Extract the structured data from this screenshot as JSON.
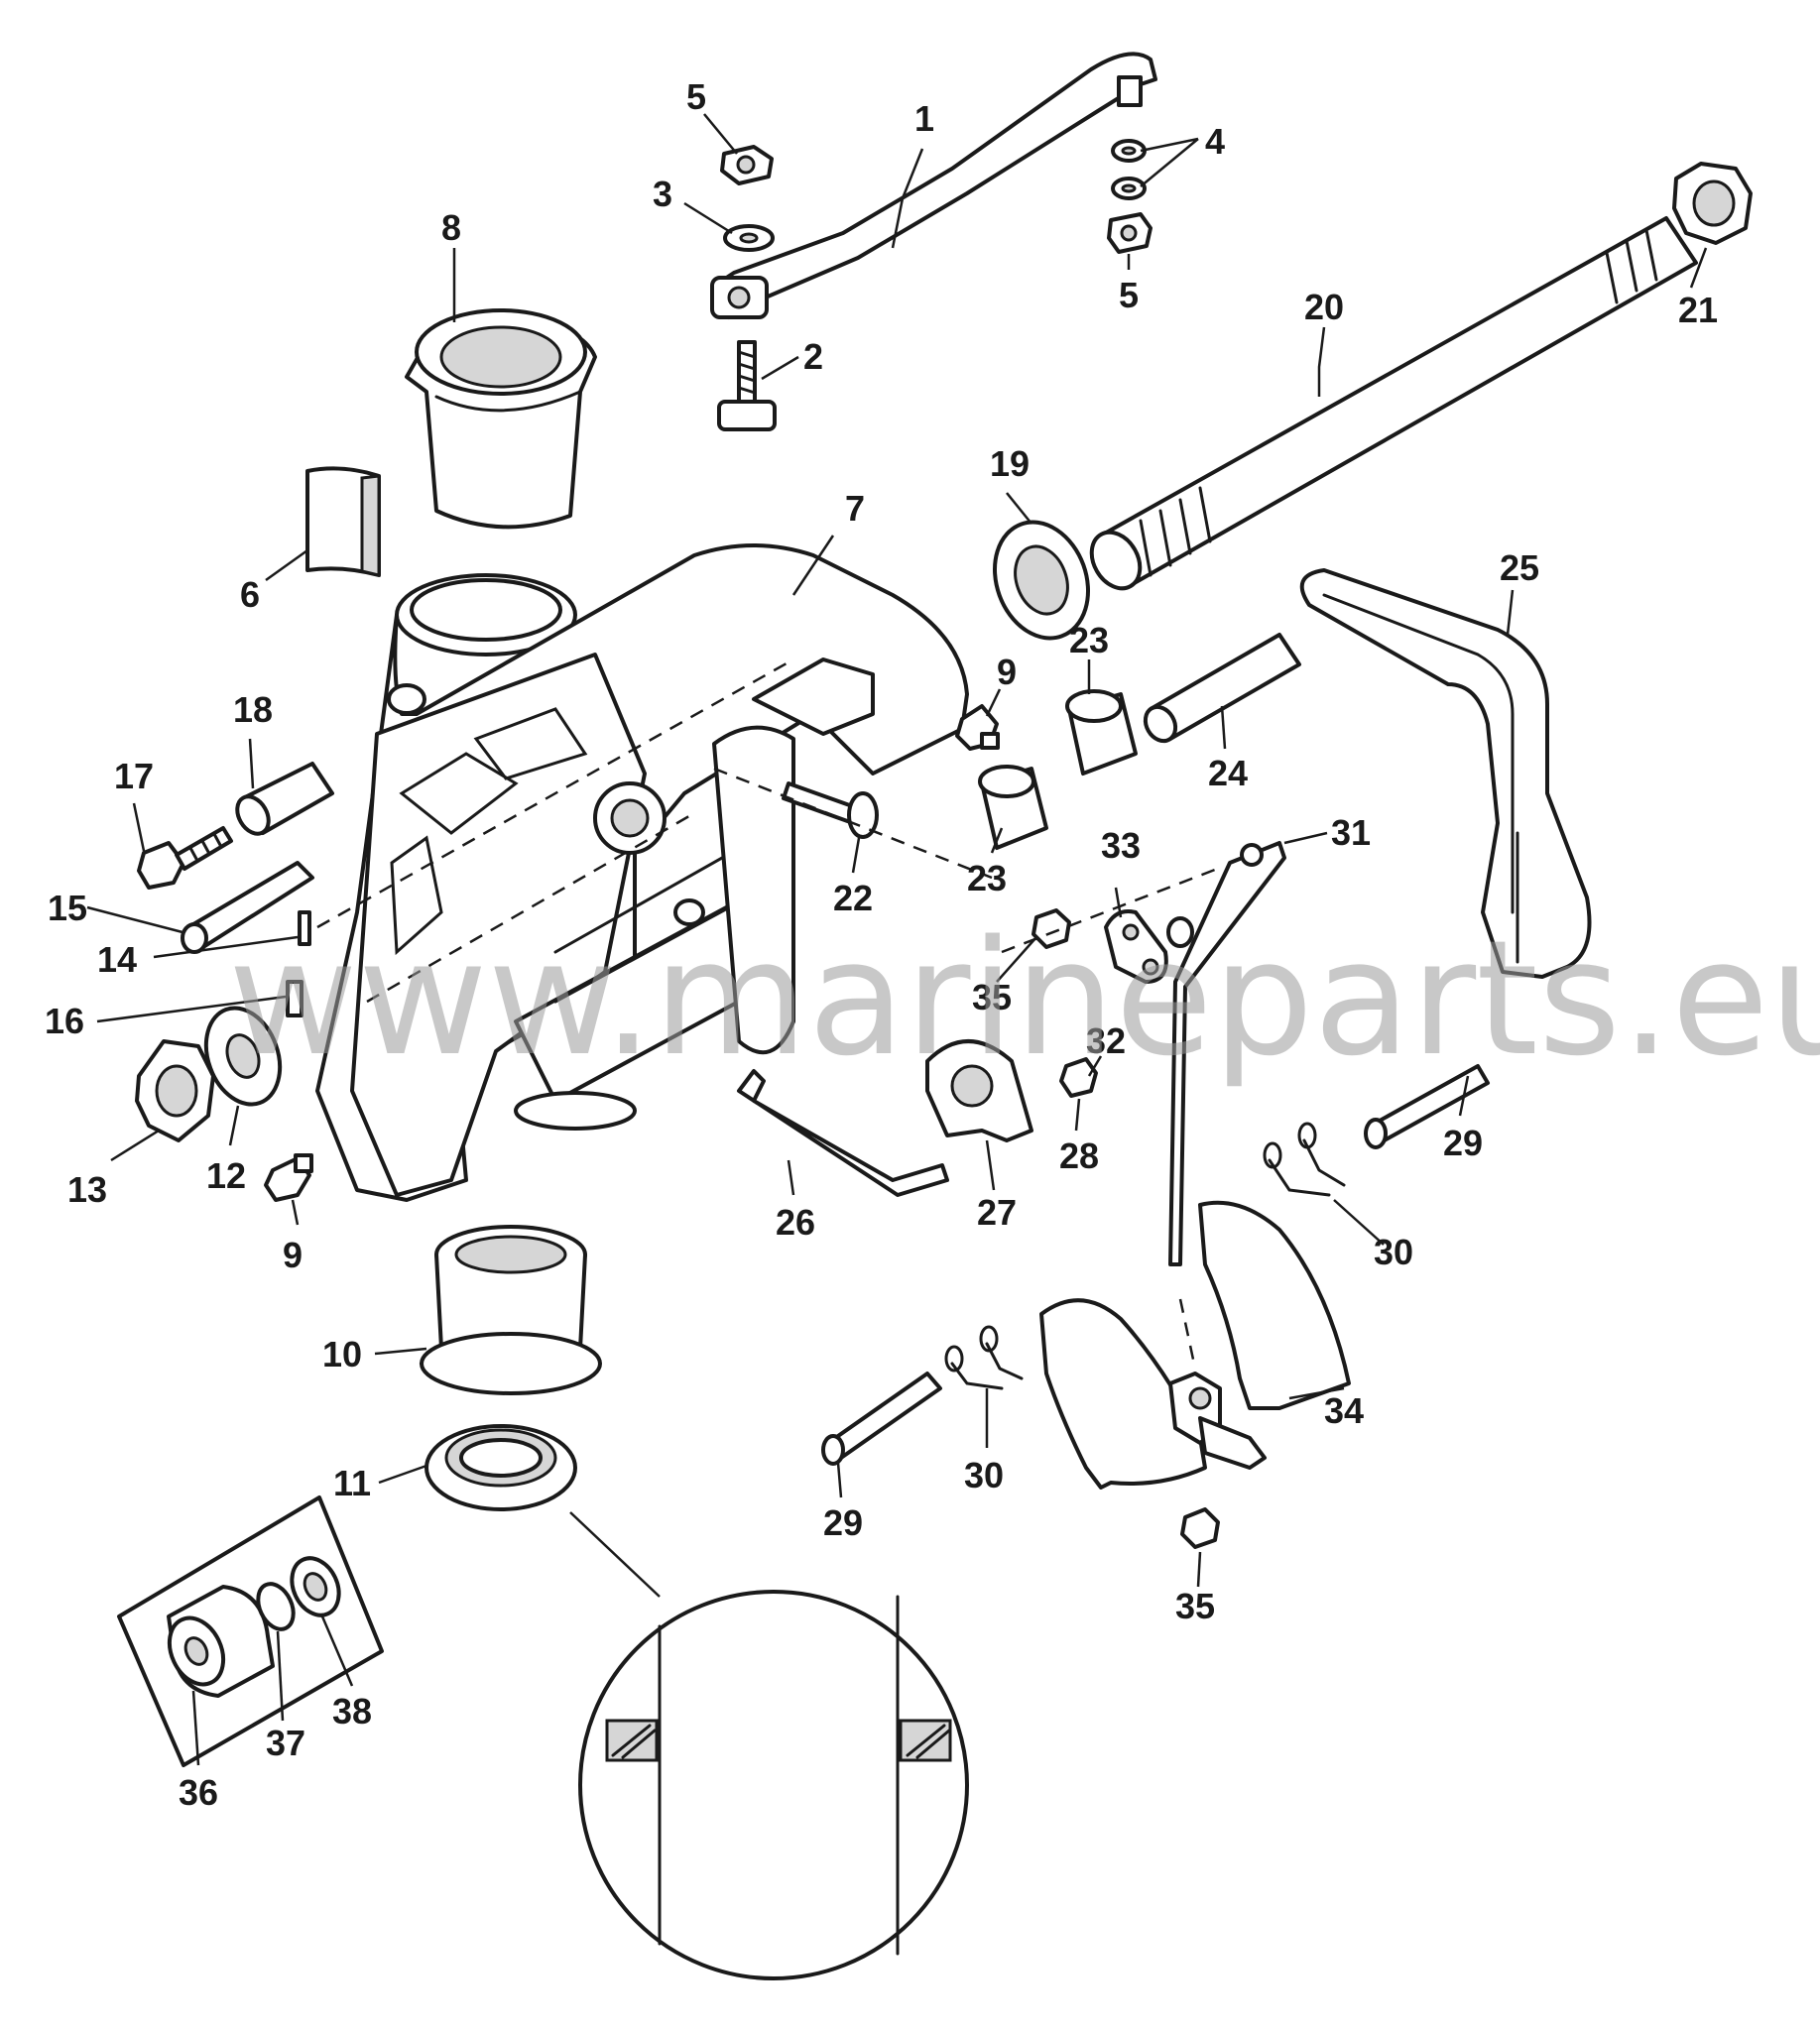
{
  "watermark": "www.marineparts.eu",
  "parts": [
    {
      "id": "p1",
      "number": "1"
    },
    {
      "id": "p2",
      "number": "2"
    },
    {
      "id": "p3",
      "number": "3"
    },
    {
      "id": "p4",
      "number": "4"
    },
    {
      "id": "p5a",
      "number": "5"
    },
    {
      "id": "p5b",
      "number": "5"
    },
    {
      "id": "p6",
      "number": "6"
    },
    {
      "id": "p7",
      "number": "7"
    },
    {
      "id": "p8",
      "number": "8"
    },
    {
      "id": "p9a",
      "number": "9"
    },
    {
      "id": "p9b",
      "number": "9"
    },
    {
      "id": "p10",
      "number": "10"
    },
    {
      "id": "p11",
      "number": "11"
    },
    {
      "id": "p12",
      "number": "12"
    },
    {
      "id": "p13",
      "number": "13"
    },
    {
      "id": "p14",
      "number": "14"
    },
    {
      "id": "p15",
      "number": "15"
    },
    {
      "id": "p16",
      "number": "16"
    },
    {
      "id": "p17",
      "number": "17"
    },
    {
      "id": "p18",
      "number": "18"
    },
    {
      "id": "p19",
      "number": "19"
    },
    {
      "id": "p20",
      "number": "20"
    },
    {
      "id": "p21",
      "number": "21"
    },
    {
      "id": "p22",
      "number": "22"
    },
    {
      "id": "p23a",
      "number": "23"
    },
    {
      "id": "p23b",
      "number": "23"
    },
    {
      "id": "p24",
      "number": "24"
    },
    {
      "id": "p25",
      "number": "25"
    },
    {
      "id": "p26",
      "number": "26"
    },
    {
      "id": "p27",
      "number": "27"
    },
    {
      "id": "p28",
      "number": "28"
    },
    {
      "id": "p29a",
      "number": "29"
    },
    {
      "id": "p29b",
      "number": "29"
    },
    {
      "id": "p30a",
      "number": "30"
    },
    {
      "id": "p30b",
      "number": "30"
    },
    {
      "id": "p31",
      "number": "31"
    },
    {
      "id": "p32",
      "number": "32"
    },
    {
      "id": "p33",
      "number": "33"
    },
    {
      "id": "p34",
      "number": "34"
    },
    {
      "id": "p35a",
      "number": "35"
    },
    {
      "id": "p35b",
      "number": "35"
    },
    {
      "id": "p36",
      "number": "36"
    },
    {
      "id": "p37",
      "number": "37"
    },
    {
      "id": "p38",
      "number": "38"
    }
  ]
}
